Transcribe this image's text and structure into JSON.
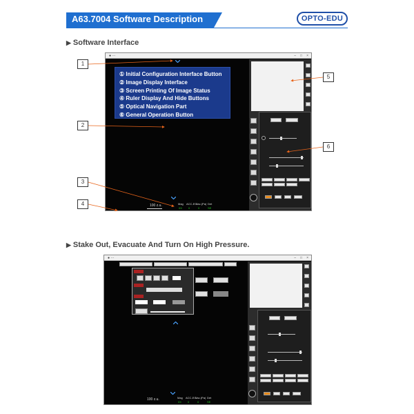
{
  "header": {
    "title": "A63.7004 Software Description",
    "logo_text": "OPTO-EDU",
    "accent_color": "#1f6fd0"
  },
  "section1": {
    "title": "Software Interface",
    "items": [
      "① Initial Configuration Interface Button",
      "② Image Display Interface",
      "③ Screen Printing Of Image Status",
      "④ Ruler Display And Hide Buttons",
      "⑤ Optical Navigation Part",
      "⑥ General Operation Button"
    ],
    "callouts": [
      "1",
      "2",
      "3",
      "4",
      "5",
      "6"
    ],
    "scale_label": "100 z.u.",
    "status_labels": [
      "Mag",
      "ACC-EG",
      "Vac.(Pa)",
      "Det"
    ]
  },
  "section2": {
    "title": "Stake Out, Evacuate And Turn On High Pressure.",
    "scale_label": "100 z.u.",
    "status_labels": [
      "Mag",
      "ACC-EG",
      "Vac.(Pa)",
      "Det"
    ]
  },
  "icons": {
    "section_marker": "triangle-right",
    "collapse": "chevron-down-icon",
    "expand": "chevron-up-icon"
  }
}
